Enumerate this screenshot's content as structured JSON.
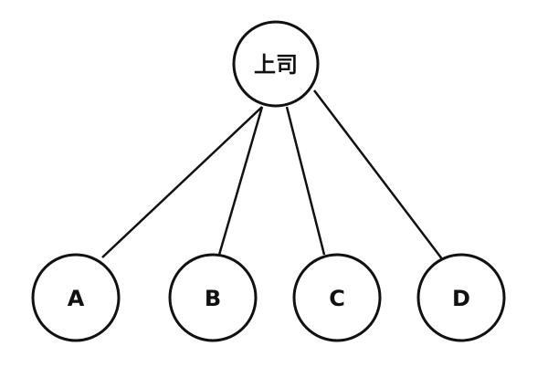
{
  "diagram": {
    "root": {
      "id": "boss",
      "label": "上司"
    },
    "children": [
      {
        "id": "a",
        "label": "A"
      },
      {
        "id": "b",
        "label": "B"
      },
      {
        "id": "c",
        "label": "C"
      },
      {
        "id": "d",
        "label": "D"
      }
    ],
    "edges": [
      {
        "from": "boss",
        "to": "a"
      },
      {
        "from": "boss",
        "to": "b"
      },
      {
        "from": "boss",
        "to": "c"
      },
      {
        "from": "boss",
        "to": "d"
      }
    ]
  }
}
